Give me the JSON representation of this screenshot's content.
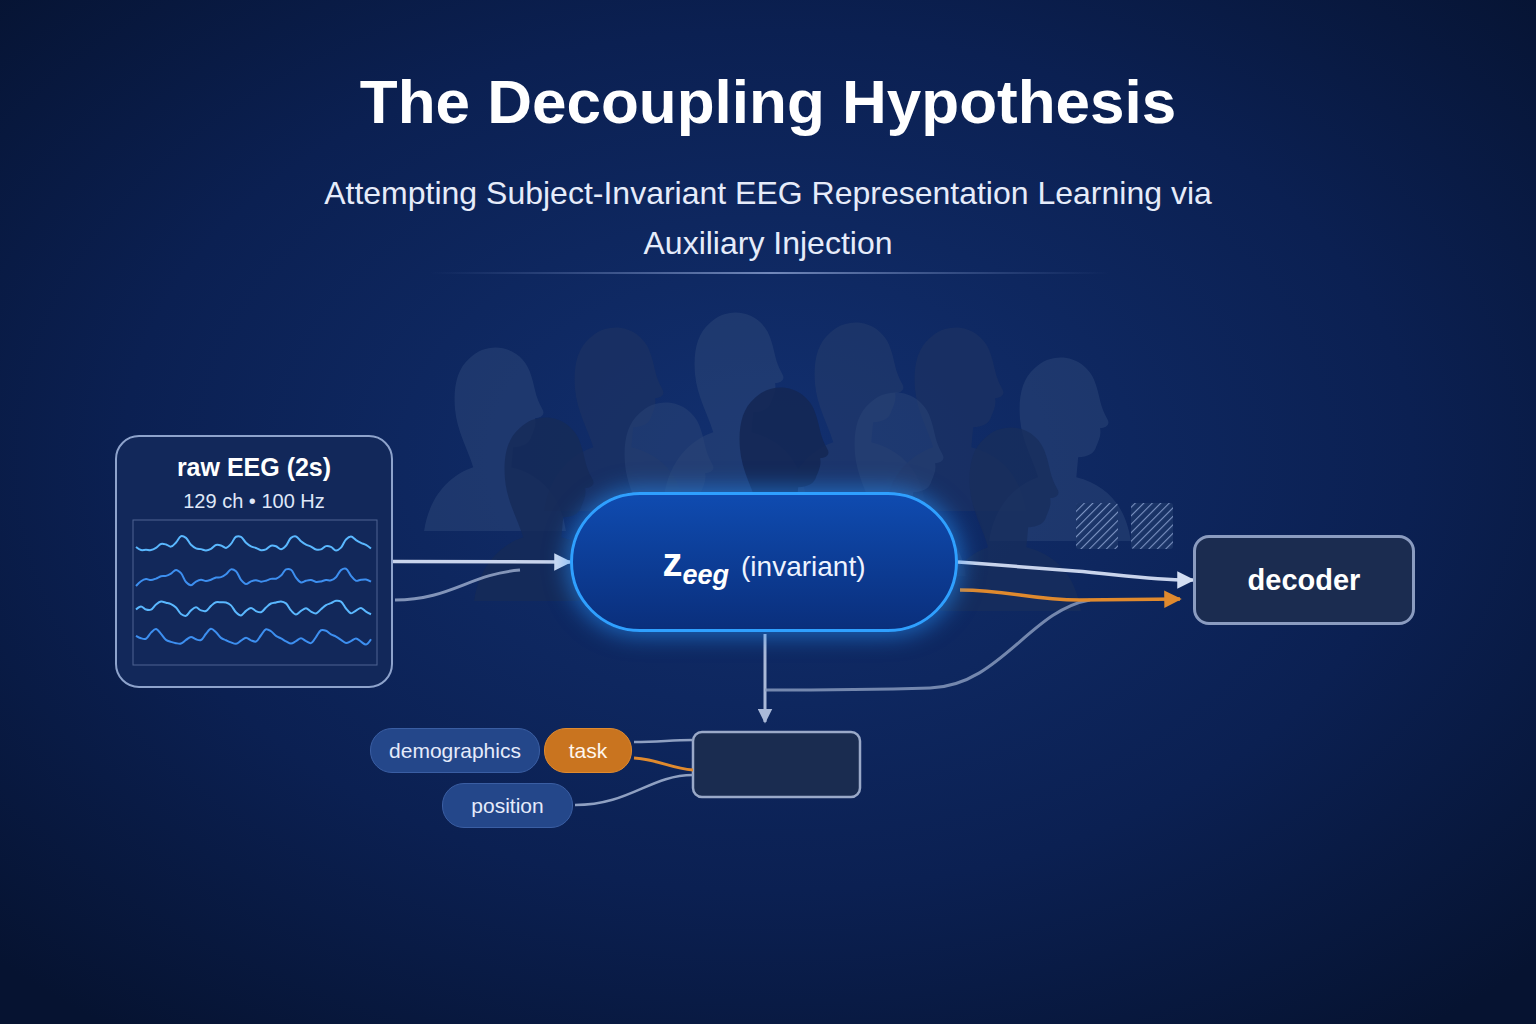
{
  "diagram": {
    "title": "The Decoupling Hypothesis",
    "nodes": [
      {
        "text": [
          "raw EEG (2s)",
          "129 ch • 100 Hz"
        ]
      },
      {
        "text": [
          "z",
          "eeg",
          "(invariant)"
        ]
      },
      {
        "text": [
          "decoder"
        ]
      },
      {
        "text": [
          "demographics"
        ]
      },
      {
        "text": [
          "task"
        ]
      },
      {
        "text": [
          "position"
        ]
      }
    ],
    "edges": [
      {
        "from": 0,
        "to": 1,
        "arrow": "to"
      },
      {
        "from": 1,
        "to": 2,
        "arrow": "to"
      }
    ],
    "labels": [
      "Attempting Subject-Invariant EEG Representation Learning via Auxiliary Injection"
    ]
  }
}
